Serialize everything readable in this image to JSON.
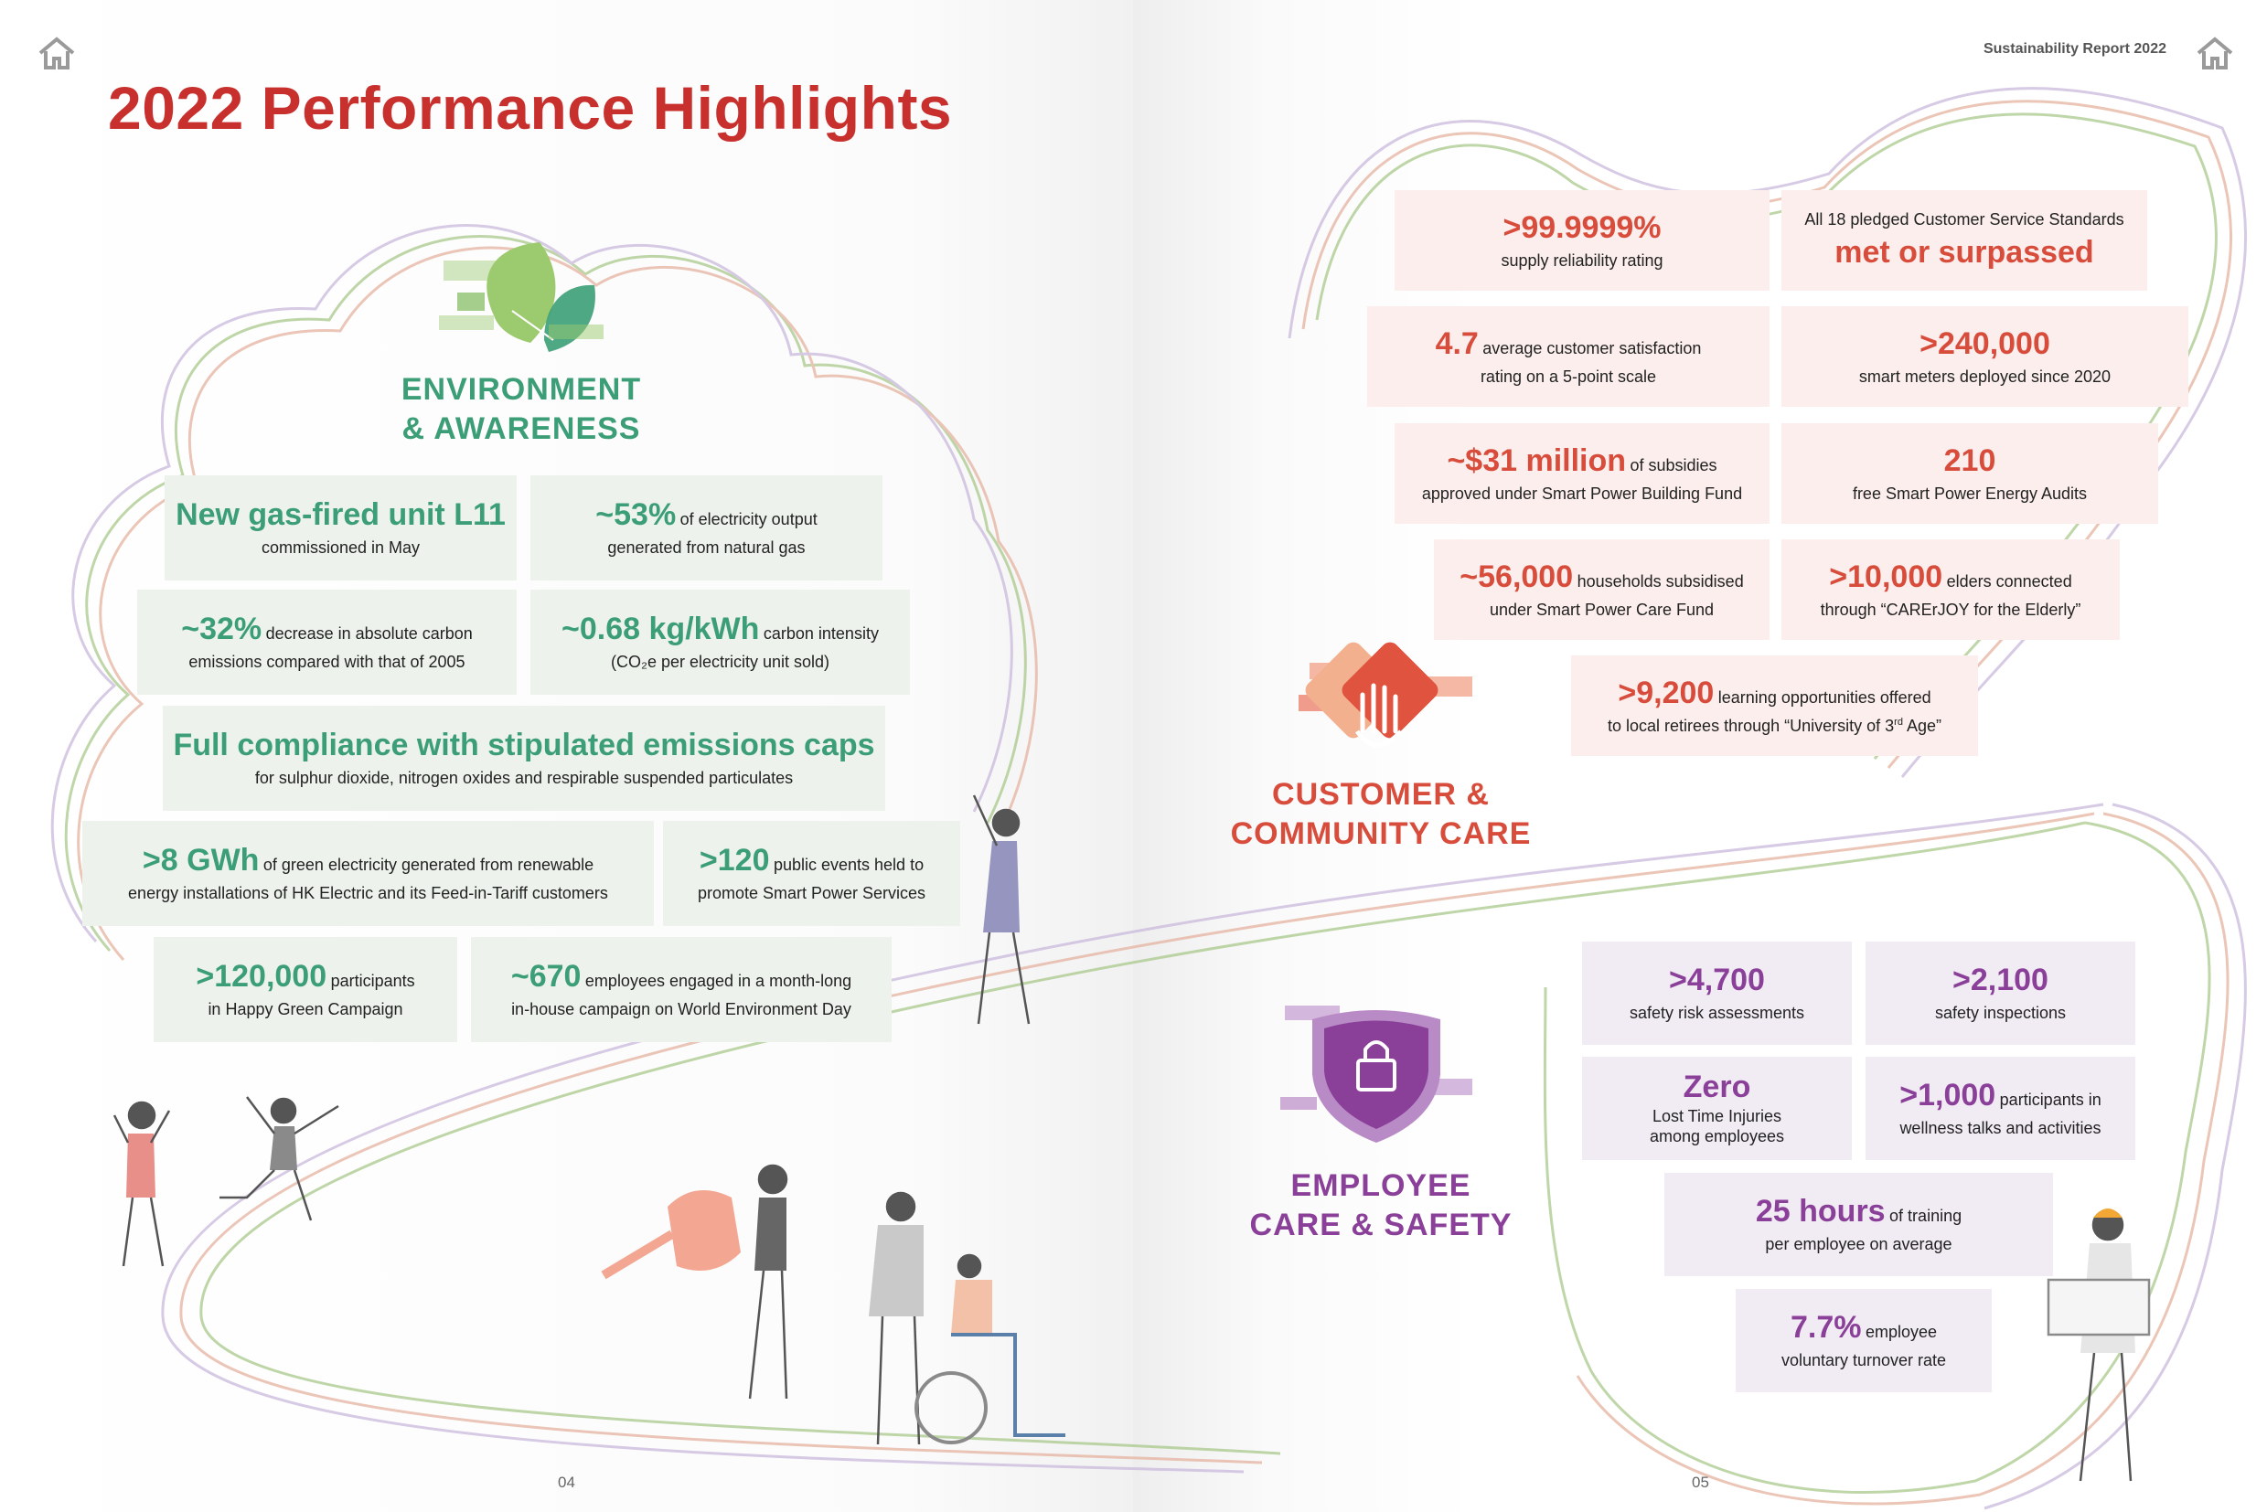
{
  "report": {
    "header": "Sustainability Report 2022",
    "title": "2022 Performance Highlights",
    "page_left": "04",
    "page_right": "05"
  },
  "icons": [
    "home-icon",
    "leaf-icon",
    "hand-heart-icon",
    "lock-shield-icon"
  ],
  "colors": {
    "title": "#c8302e",
    "environment": "#3c9e77",
    "customer": "#d84c3b",
    "employee": "#8a3f99"
  },
  "environment": {
    "title_line1": "ENVIRONMENT",
    "title_line2": "& AWARENESS",
    "items": [
      {
        "value": "New gas-fired unit L11",
        "line2": "commissioned in May"
      },
      {
        "value": "~53%",
        "text1": "of electricity output",
        "line2": "generated from natural gas"
      },
      {
        "value": "~32%",
        "text1": "decrease in absolute carbon",
        "line2": "emissions compared with that of 2005"
      },
      {
        "value": "~0.68 kg/kWh",
        "text1": "carbon intensity",
        "line2": "(CO₂e per electricity unit sold)"
      },
      {
        "value": "Full compliance with stipulated emissions caps",
        "line2": "for sulphur dioxide, nitrogen oxides and respirable suspended particulates"
      },
      {
        "value": ">8 GWh",
        "text1": "of green electricity generated from renewable",
        "line2": "energy installations of HK Electric and its Feed-in-Tariff customers"
      },
      {
        "value": ">120",
        "text1": "public events held to",
        "line2": "promote Smart Power Services"
      },
      {
        "value": ">120,000",
        "text1": "participants",
        "line2": "in Happy Green Campaign"
      },
      {
        "value": "~670",
        "text1": "employees engaged in a month-long",
        "line2": "in-house campaign on World Environment Day"
      }
    ]
  },
  "customer": {
    "title_line1": "CUSTOMER &",
    "title_line2": "COMMUNITY CARE",
    "items": [
      {
        "value": ">99.9999%",
        "line2": "supply reliability rating"
      },
      {
        "line1": "All 18 pledged Customer Service Standards",
        "value": "met or surpassed"
      },
      {
        "value": "4.7",
        "text1": "average customer satisfaction",
        "line2": "rating on a 5-point scale"
      },
      {
        "value": ">240,000",
        "line2": "smart meters deployed since 2020"
      },
      {
        "value": "~$31 million",
        "text1": "of subsidies",
        "line2": "approved under Smart Power Building Fund"
      },
      {
        "value": "210",
        "line2": "free Smart Power Energy Audits"
      },
      {
        "value": "~56,000",
        "text1": "households subsidised",
        "line2": "under Smart Power Care Fund"
      },
      {
        "value": ">10,000",
        "text1": "elders connected",
        "line2": "through “CARErJOY for the Elderly”"
      },
      {
        "value": ">9,200",
        "text1": "learning opportunities offered",
        "line2_a": "to local retirees through “University of 3",
        "line2_sup": "rd",
        "line2_b": " Age”"
      }
    ]
  },
  "employee": {
    "title_line1": "EMPLOYEE",
    "title_line2": "CARE & SAFETY",
    "items": [
      {
        "value": ">4,700",
        "line2": "safety risk assessments"
      },
      {
        "value": ">2,100",
        "line2": "safety inspections"
      },
      {
        "value": "Zero",
        "line2": "Lost Time Injuries",
        "line3": "among employees"
      },
      {
        "value": ">1,000",
        "text1": "participants in",
        "line2": "wellness talks and activities"
      },
      {
        "value": "25 hours",
        "text1": "of training",
        "line2": "per employee on average"
      },
      {
        "value": "7.7%",
        "text1": "employee",
        "line2": "voluntary turnover rate"
      }
    ]
  }
}
